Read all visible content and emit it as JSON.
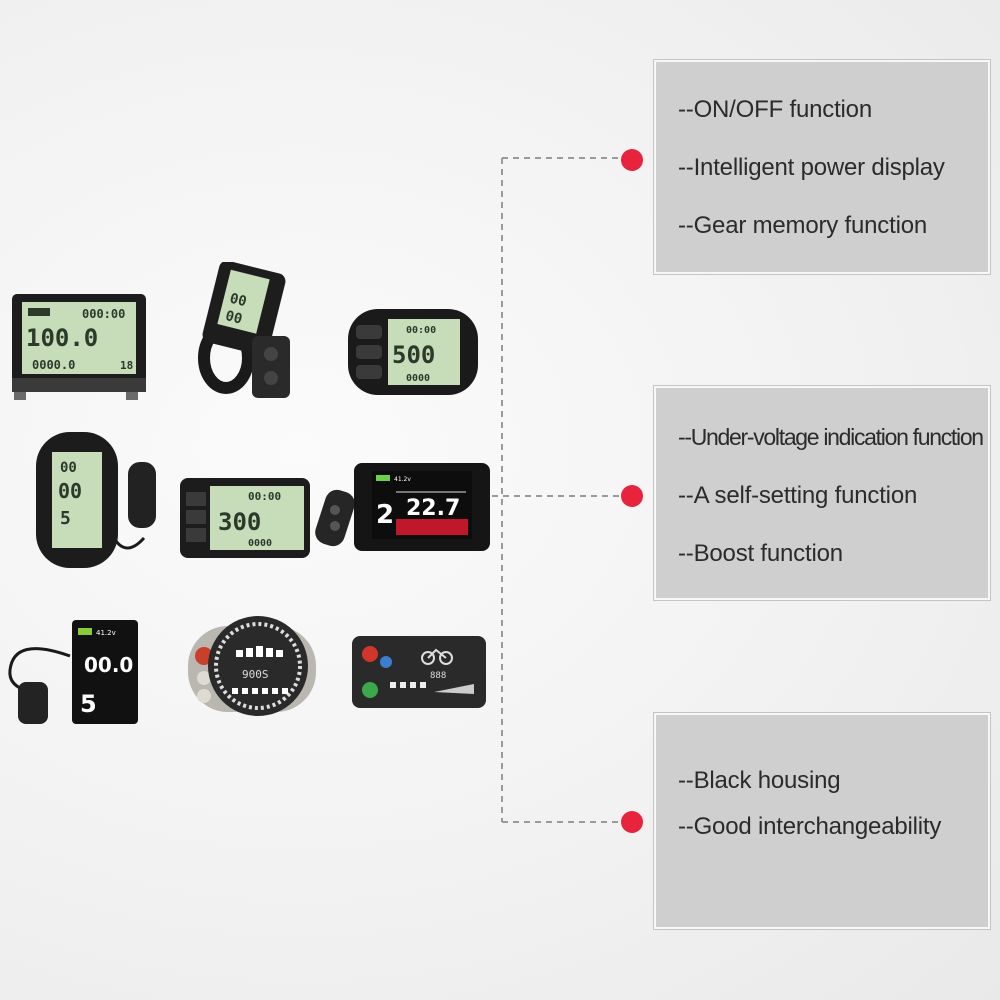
{
  "panels": [
    {
      "features": [
        "--ON/OFF function",
        "--Intelligent power display",
        "--Gear memory function"
      ]
    },
    {
      "features": [
        "--Under-voltage indication function",
        "--A self-setting function",
        "--Boost function"
      ]
    },
    {
      "features": [
        "--Black housing",
        "--Good interchangeability"
      ]
    }
  ],
  "devices": {
    "lcd3": {
      "readout_top": "000:00",
      "speed": "100.0",
      "trip": "0000.0",
      "right_small": "18"
    },
    "thumb_lcd": {
      "value_top": "00",
      "value_mid": "00"
    },
    "oval_lcd": {
      "top": "00:00",
      "speed": "500",
      "bottom": "0000"
    },
    "vertical_lcd": {
      "top": "00",
      "mid": "00",
      "bottom": "5"
    },
    "rect_lcd": {
      "top": "00:00",
      "speed": "300",
      "bottom": "0000"
    },
    "color_tft": {
      "gear": "2",
      "speed": "22.7",
      "battery": "41.2v"
    },
    "small_tft": {
      "battery": "41.2v",
      "speed": "00.0",
      "gear": "5"
    },
    "round_led": {
      "readout": "900S"
    },
    "led_panel": {
      "readout": "888"
    }
  },
  "colors": {
    "panel_bg": "#cfcfcf",
    "marker_red": "#e8243c",
    "connector_line": "#9a9a9a",
    "lcd_green": "#c7dcb8"
  }
}
